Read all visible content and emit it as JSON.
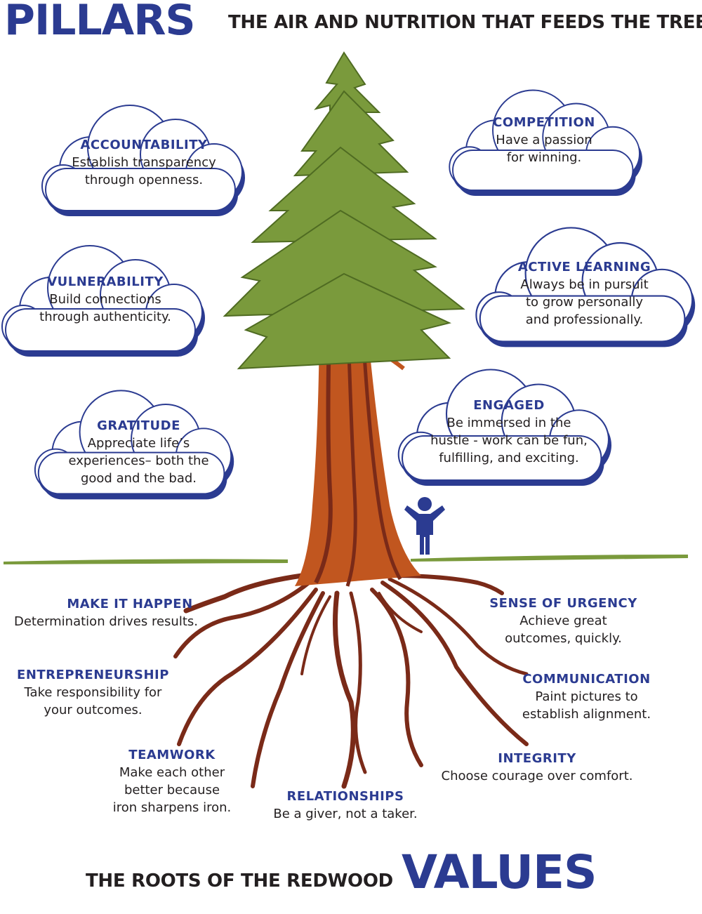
{
  "header": {
    "pillars_word": "PILLARS",
    "pillars_subtitle": "THE AIR AND NUTRITION THAT FEEDS THE TREE"
  },
  "footer": {
    "values_subtitle": "THE ROOTS OF THE REDWOOD",
    "values_word": "VALUES"
  },
  "pillars": [
    {
      "title": "ACCOUNTABILITY",
      "line1": "Establish transparency",
      "line2": "through openness.",
      "line3": ""
    },
    {
      "title": "COMPETITION",
      "line1": "Have a passion",
      "line2": "for winning.",
      "line3": ""
    },
    {
      "title": "VULNERABILITY",
      "line1": "Build connections",
      "line2": "through authenticity.",
      "line3": ""
    },
    {
      "title": "ACTIVE LEARNING",
      "line1": "Always be in pursuit",
      "line2": "to grow personally",
      "line3": "and professionally."
    },
    {
      "title": "GRATITUDE",
      "line1": "Appreciate life’s",
      "line2": "experiences– both the",
      "line3": "good and the bad."
    },
    {
      "title": "ENGAGED",
      "line1": "Be immersed in the",
      "line2": "hustle - work can be fun,",
      "line3": "fulfilling, and exciting."
    }
  ],
  "values": [
    {
      "title": "MAKE IT HAPPEN",
      "line1": "Determination drives results.",
      "line2": "",
      "line3": ""
    },
    {
      "title": "SENSE OF URGENCY",
      "line1": "Achieve great",
      "line2": "outcomes, quickly.",
      "line3": ""
    },
    {
      "title": "ENTREPRENEURSHIP",
      "line1": "Take responsibility for",
      "line2": "your outcomes.",
      "line3": ""
    },
    {
      "title": "COMMUNICATION",
      "line1": "Paint pictures to",
      "line2": "establish alignment.",
      "line3": ""
    },
    {
      "title": "TEAMWORK",
      "line1": "Make each other",
      "line2": "better because",
      "line3": "iron sharpens iron."
    },
    {
      "title": "INTEGRITY",
      "line1": "Choose courage over comfort.",
      "line2": "",
      "line3": ""
    },
    {
      "title": "RELATIONSHIPS",
      "line1": "Be a giver, not a taker.",
      "line2": "",
      "line3": ""
    }
  ],
  "colors": {
    "brand_blue": "#2b3b91",
    "cloud_shadow": "#2b3b91",
    "foliage": "#7a9a3c",
    "foliage_dark": "#4f6b22",
    "trunk": "#c1561f",
    "trunk_dark": "#7a2a18",
    "roots": "#7a2a18",
    "grass": "#7a9a3c"
  },
  "icons": [
    "cloud-shape",
    "redwood-tree",
    "person-figure",
    "grass-line",
    "root-lines"
  ]
}
